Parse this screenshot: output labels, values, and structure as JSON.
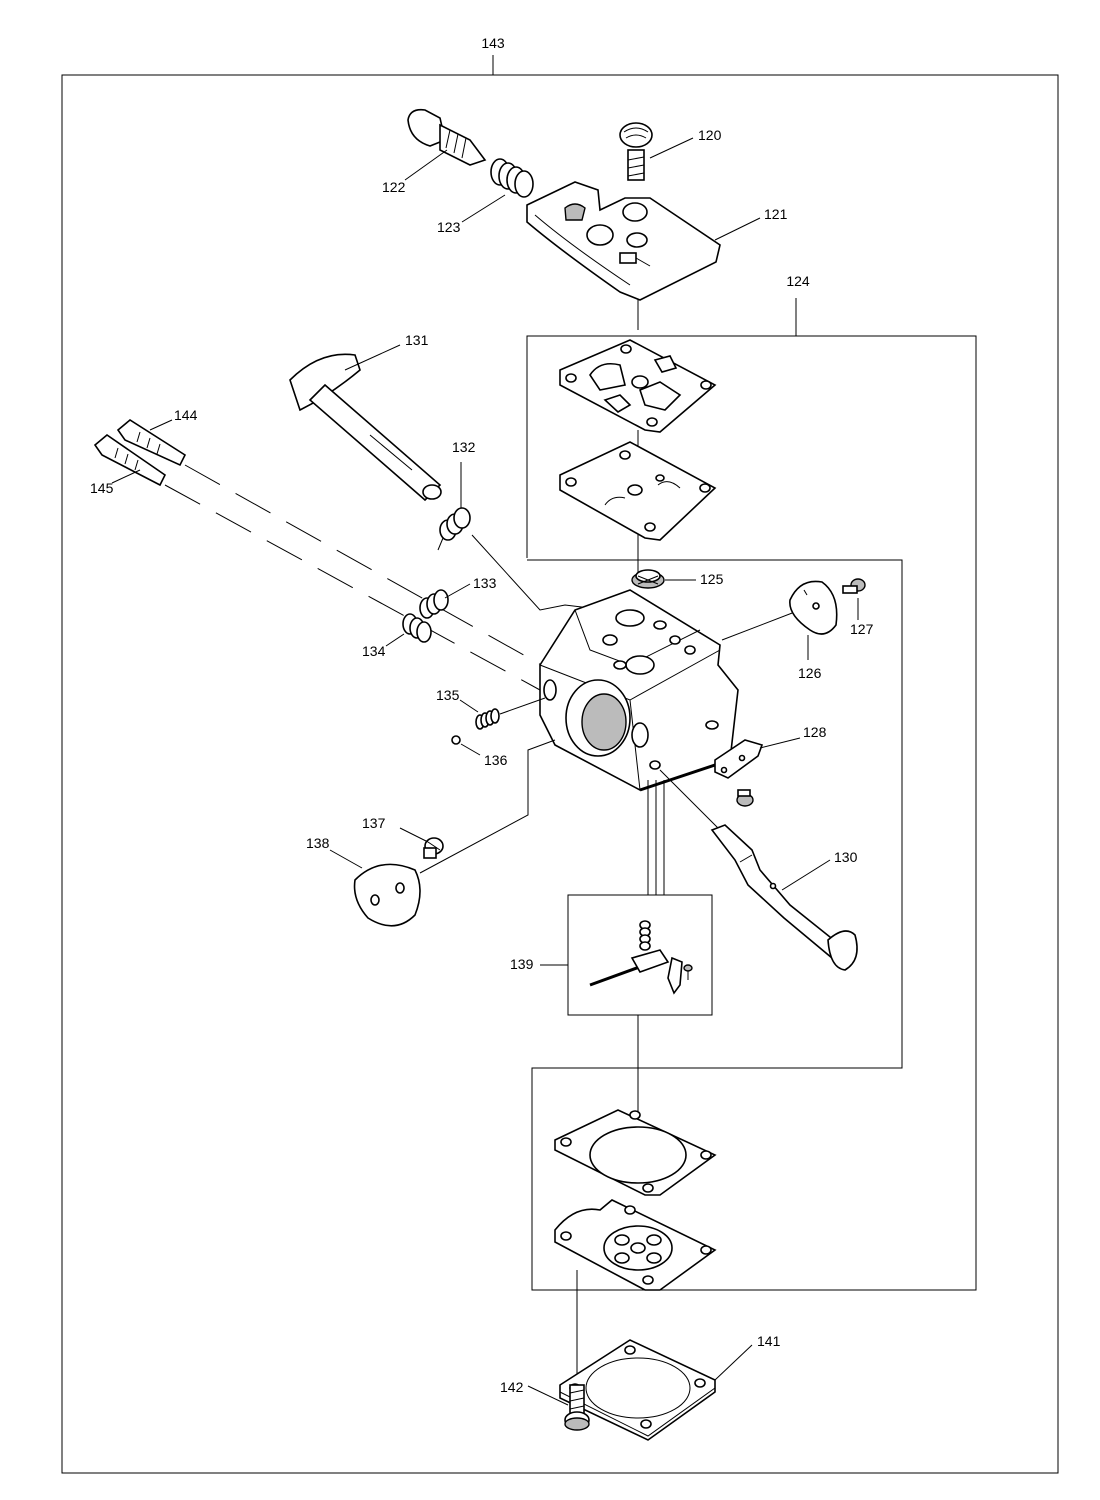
{
  "labels": {
    "p120": "120",
    "p121": "121",
    "p122": "122",
    "p123": "123",
    "p124": "124",
    "p125": "125",
    "p126": "126",
    "p127": "127",
    "p128": "128",
    "p130": "130",
    "p131": "131",
    "p132": "132",
    "p133": "133",
    "p134": "134",
    "p135": "135",
    "p136": "136",
    "p137": "137",
    "p138": "138",
    "p139": "139",
    "p141": "141",
    "p142": "142",
    "p143": "143",
    "p144": "144",
    "p145": "145"
  }
}
